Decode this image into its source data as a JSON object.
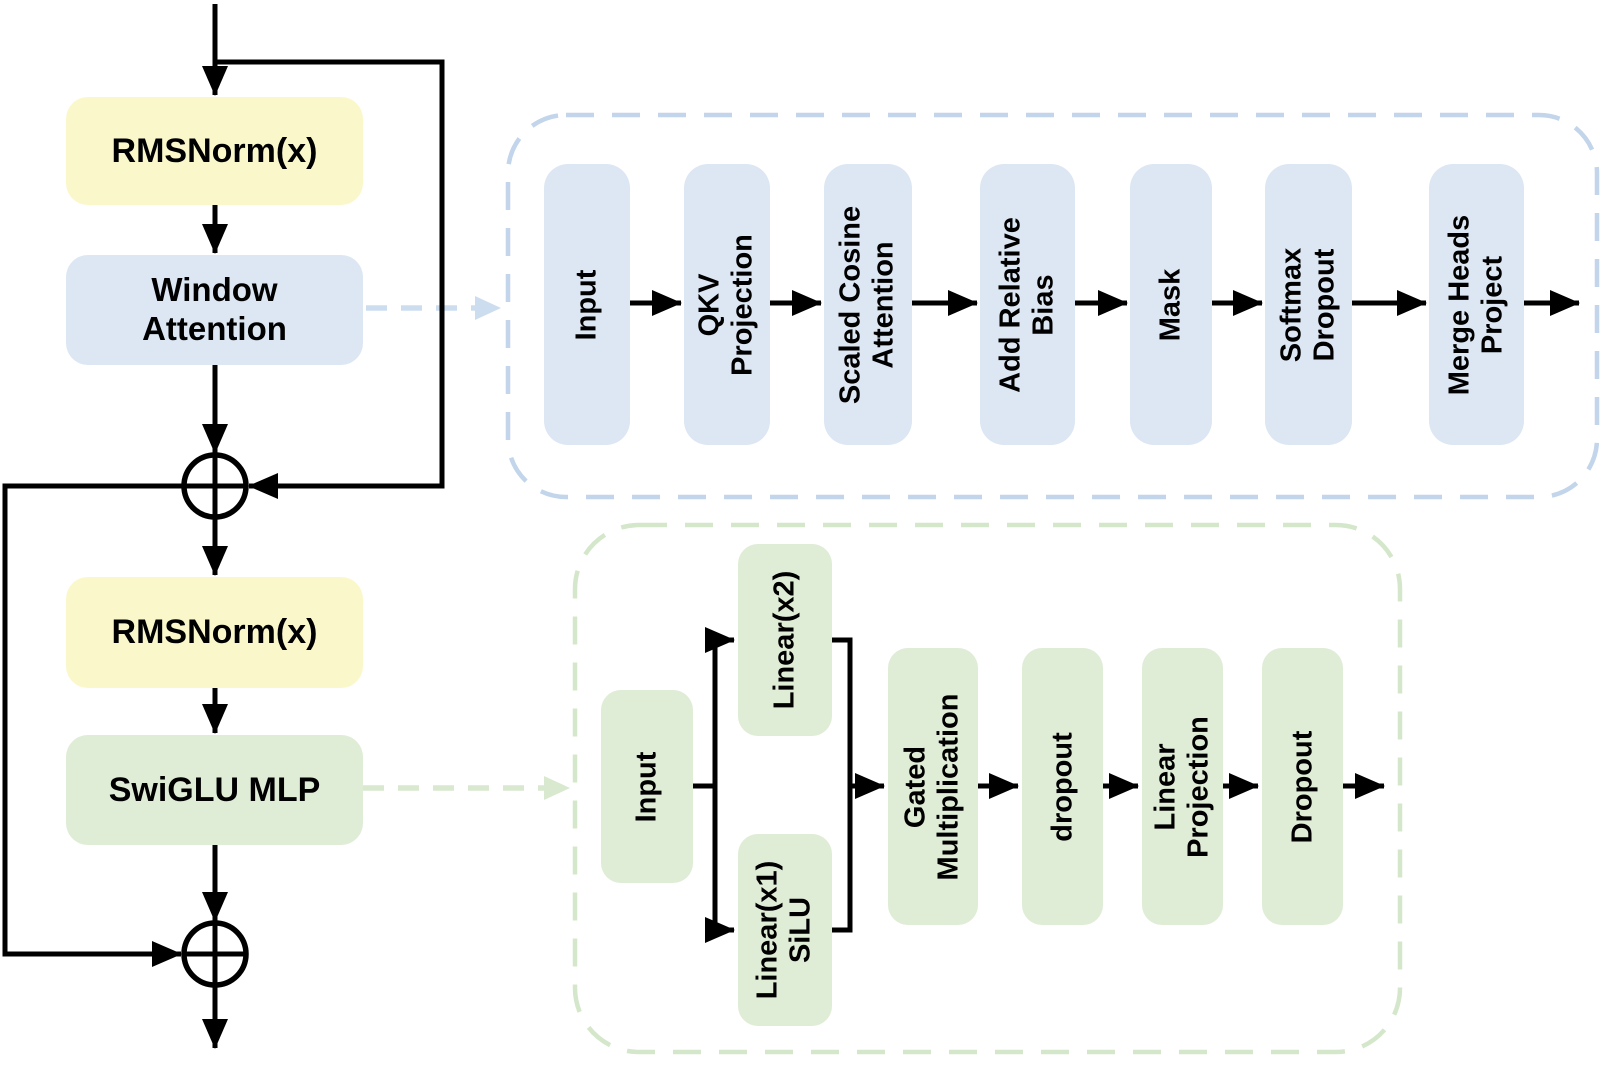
{
  "colors": {
    "background": "#ffffff",
    "yellow_box": "#faf8cb",
    "blue_box": "#dce7f3",
    "green_box": "#dfecd6",
    "blue_panel_border": "#c2d5eb",
    "green_panel_border": "#d4e7ca",
    "blue_connector": "#cdddf0",
    "green_connector": "#d8e9cf",
    "line": "#000000",
    "text": "#000000"
  },
  "residual_block": {
    "rmsnorm1_label": "RMSNorm(x)",
    "window_attention_lines": [
      "Window",
      "Attention"
    ],
    "rmsnorm2_label": "RMSNorm(x)",
    "swiglu_label": "SwiGLU MLP"
  },
  "attention_panel": {
    "steps": [
      {
        "lines": [
          "Input"
        ]
      },
      {
        "lines": [
          "QKV",
          "Projection"
        ]
      },
      {
        "lines": [
          "Scaled Cosine",
          "Attention"
        ]
      },
      {
        "lines": [
          "Add Relative",
          "Bias"
        ]
      },
      {
        "lines": [
          "Mask"
        ]
      },
      {
        "lines": [
          "Softmax",
          "Dropout"
        ]
      },
      {
        "lines": [
          "Merge Heads",
          "Project"
        ]
      }
    ]
  },
  "mlp_panel": {
    "input_label": "Input",
    "branch_top_label": "Linear(x2)",
    "branch_bottom_lines": [
      "Linear(x1)",
      "SiLU"
    ],
    "steps": [
      {
        "lines": [
          "Gated",
          "Multiplication"
        ]
      },
      {
        "lines": [
          "dropout"
        ]
      },
      {
        "lines": [
          "Linear",
          "Projection"
        ]
      },
      {
        "lines": [
          "Dropout"
        ]
      }
    ]
  }
}
